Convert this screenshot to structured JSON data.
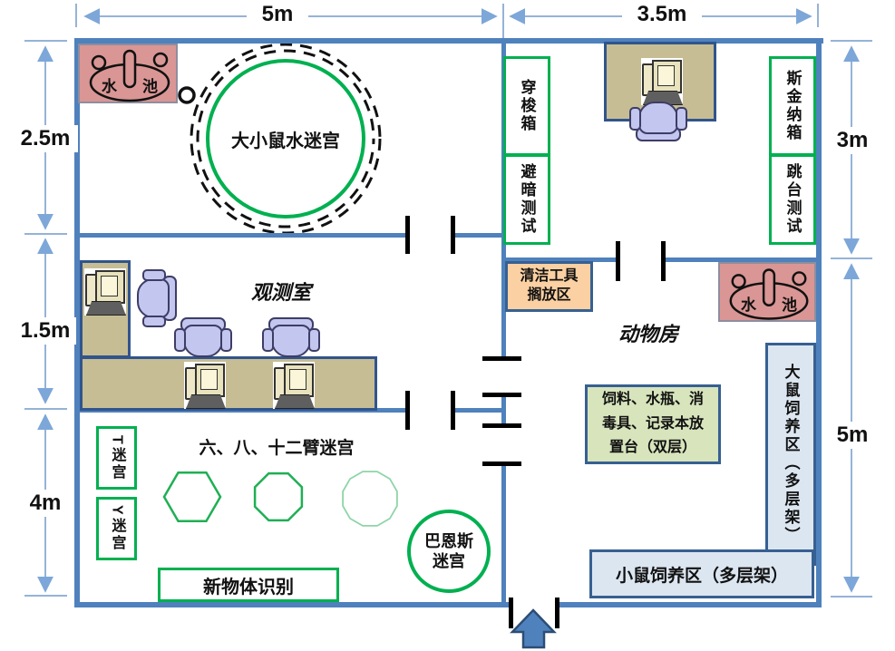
{
  "dims": {
    "top": [
      "5m",
      "3.5m"
    ],
    "left": [
      "2.5m",
      "1.5m",
      "4m"
    ],
    "right": [
      "3m",
      "5m"
    ]
  },
  "water_maze_room": {
    "maze_label": "大小鼠水迷宫",
    "sink_left": "水",
    "sink_right": "池"
  },
  "test_room": {
    "shuttle_box": "穿梭箱",
    "dark_avoidance": "避暗测试",
    "skinner_box": "斯金纳箱",
    "step_down": "跳台测试"
  },
  "observation_room": {
    "title": "观测室"
  },
  "animal_room": {
    "title": "动物房",
    "cleaning_lines": [
      "清洁工具",
      "搁放区"
    ],
    "sink_left": "水",
    "sink_right": "池",
    "rat_area": "大鼠饲养区（多层架）",
    "supply_lines": [
      "饲料、水瓶、消",
      "毒具、记录本放",
      "置台（双层）"
    ],
    "mouse_area": "小鼠饲养区（多层架）"
  },
  "maze_room": {
    "t_maze": "T迷宫",
    "y_maze": "Y迷宫",
    "arm_maze": "六、八、十二臂迷宫",
    "barnes_lines": [
      "巴恩斯",
      "迷宫"
    ],
    "novel_object": "新物体识别"
  },
  "colors": {
    "wall": "#4f81bd",
    "dimension_line": "#95b3d7",
    "green_accent": "#00b050",
    "desk_fill": "#c6bd94",
    "sink_fill": "#d99694",
    "blue_area_fill": "#dce6f1",
    "orange_area_fill": "#fbd0a2",
    "supply_fill": "#d7e4bc"
  }
}
